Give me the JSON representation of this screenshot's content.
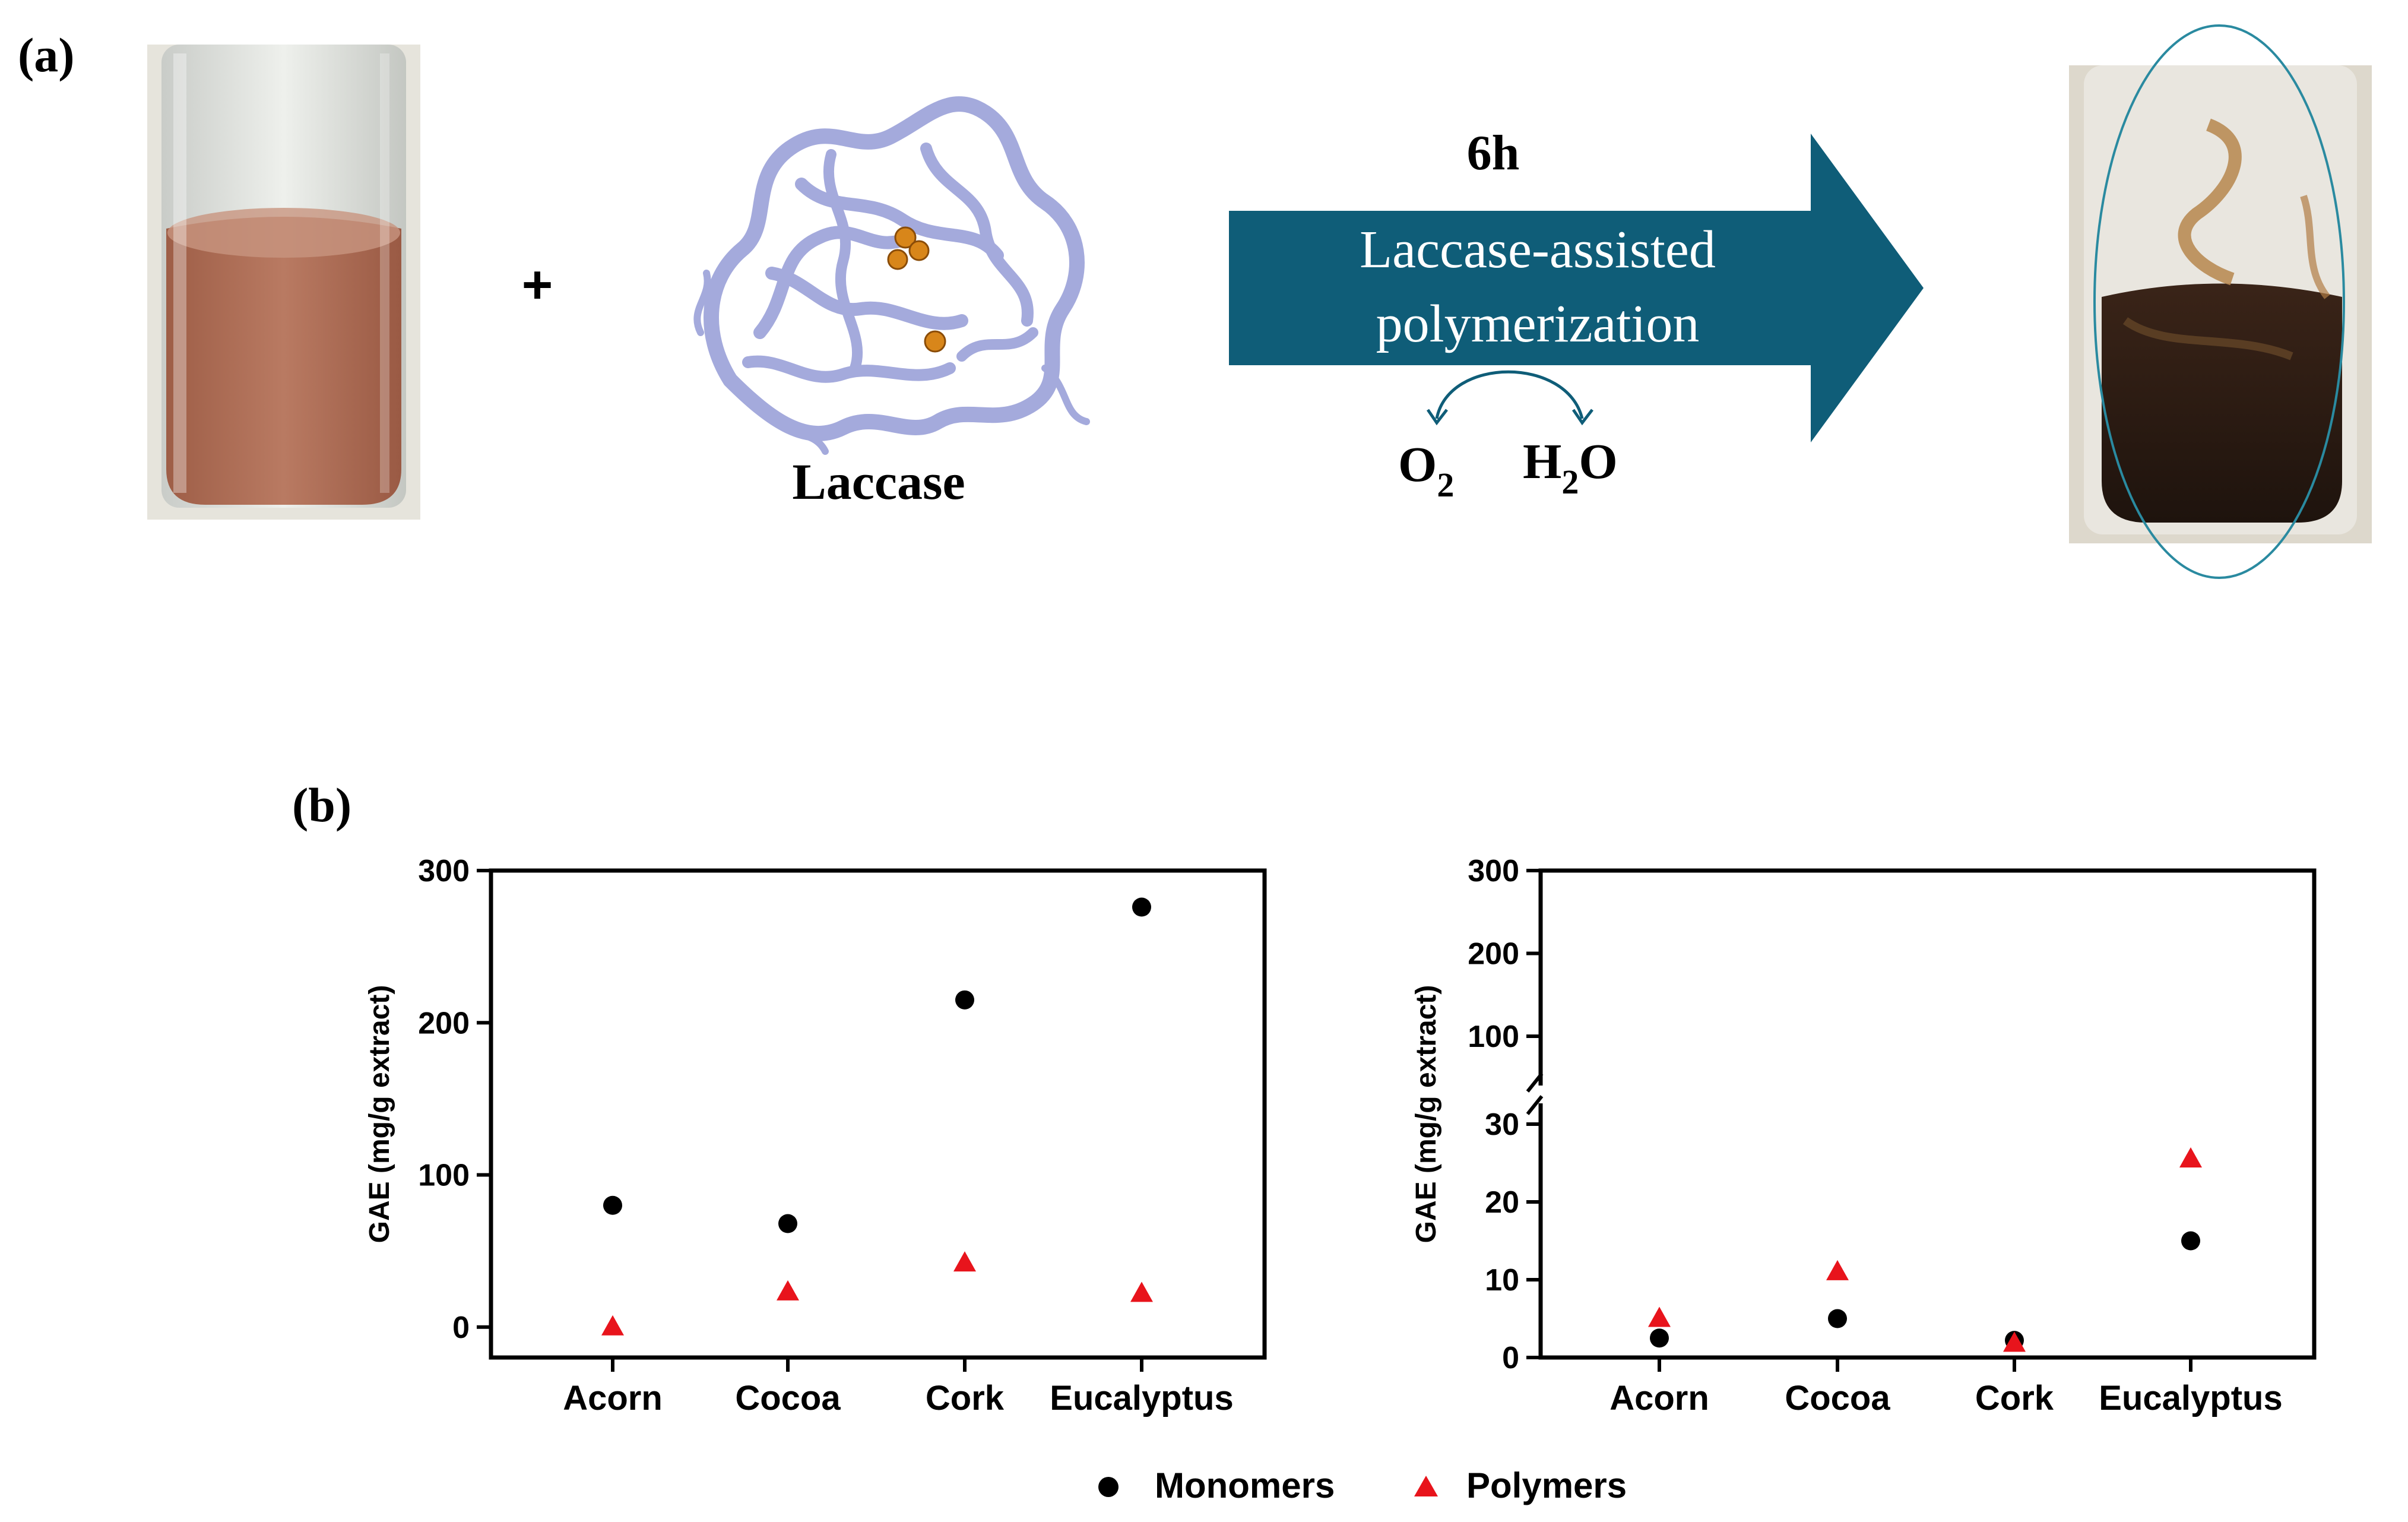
{
  "panel_a": {
    "label": "(a)",
    "plus": "+",
    "enzyme_label": "Laccase",
    "time": "6h",
    "arrow_text_line1": "Laccase-assisted",
    "arrow_text_line2": "polymerization",
    "reactant": "O",
    "reactant_sub": "2",
    "product_h": "H",
    "product_sub": "2",
    "product_o": "O",
    "colors": {
      "arrow": "#0f5d78",
      "protein": "#aab0e0",
      "copper": "#d8861a",
      "initial_liquid": "#b2715a",
      "final_liquid": "#2a1a12",
      "highlight_ellipse": "#2a8aa0"
    }
  },
  "panel_b": {
    "label": "(b)"
  },
  "legend": {
    "items": [
      {
        "name": "Monomers",
        "marker": "circle",
        "color": "#000000"
      },
      {
        "name": "Polymers",
        "marker": "triangle",
        "color": "#e8141c"
      }
    ]
  },
  "chart_data": [
    {
      "type": "scatter",
      "ylabel": "GAE (mg/g extract)",
      "categories": [
        "Acorn",
        "Cocoa",
        "Cork",
        "Eucalyptus"
      ],
      "ylim": [
        -20,
        300
      ],
      "yticks": [
        0,
        100,
        200,
        300
      ],
      "series": [
        {
          "name": "Monomers",
          "marker": "circle",
          "color": "#000000",
          "values": [
            80,
            68,
            215,
            276
          ]
        },
        {
          "name": "Polymers",
          "marker": "triangle",
          "color": "#e8141c",
          "values": [
            0,
            23,
            42,
            22
          ]
        }
      ]
    },
    {
      "type": "scatter",
      "ylabel": "GAE (mg/g extract)",
      "categories": [
        "Acorn",
        "Cocoa",
        "Cork",
        "Eucalyptus"
      ],
      "axis_break": [
        30,
        100
      ],
      "lower_range": [
        0,
        30
      ],
      "upper_range": [
        100,
        300
      ],
      "yticks_lower": [
        0,
        10,
        20,
        30
      ],
      "yticks_upper": [
        100,
        200,
        300
      ],
      "series": [
        {
          "name": "Monomers",
          "marker": "circle",
          "color": "#000000",
          "values": [
            2.5,
            5,
            2.2,
            15
          ]
        },
        {
          "name": "Polymers",
          "marker": "triangle",
          "color": "#e8141c",
          "values": [
            5,
            11,
            1.8,
            25.5
          ]
        }
      ]
    }
  ]
}
